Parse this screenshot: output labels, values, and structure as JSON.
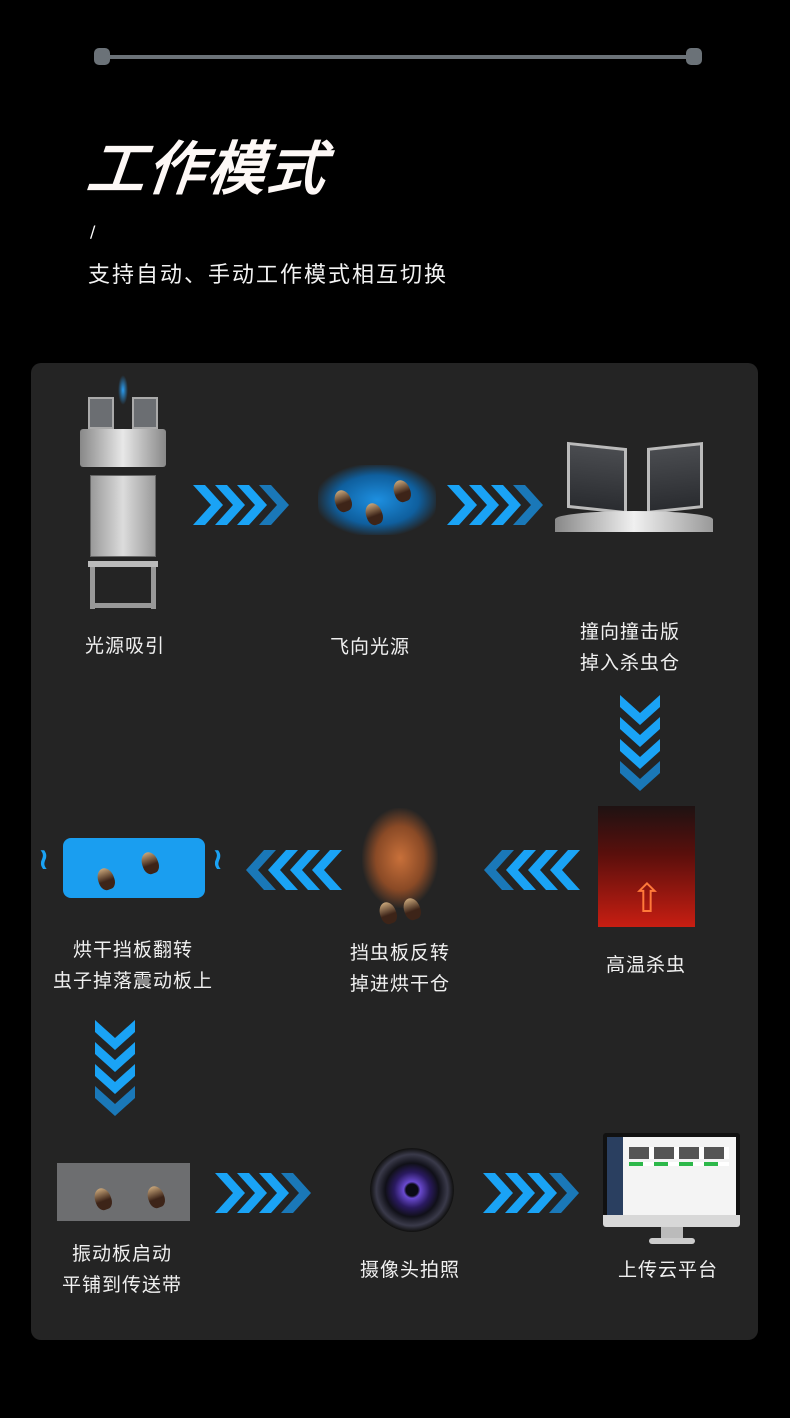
{
  "header": {
    "title": "工作模式",
    "tick": "/",
    "subtitle": "支持自动、手动工作模式相互切换"
  },
  "steps": [
    {
      "label": [
        "光源吸引"
      ]
    },
    {
      "label": [
        "飞向光源"
      ]
    },
    {
      "label": [
        "撞向撞击版",
        "掉入杀虫仓"
      ]
    },
    {
      "label": [
        "高温杀虫"
      ]
    },
    {
      "label": [
        "挡虫板反转",
        "掉进烘干仓"
      ]
    },
    {
      "label": [
        "烘干挡板翻转",
        "虫子掉落震动板上"
      ]
    },
    {
      "label": [
        "振动板启动",
        "平铺到传送带"
      ]
    },
    {
      "label": [
        "摄像头拍照"
      ]
    },
    {
      "label": [
        "上传云平台"
      ]
    }
  ],
  "colors": {
    "accent": "#1aa3f5",
    "accent_dark": "#1a78b8",
    "panel": "#242424",
    "line": "#6b7278"
  }
}
